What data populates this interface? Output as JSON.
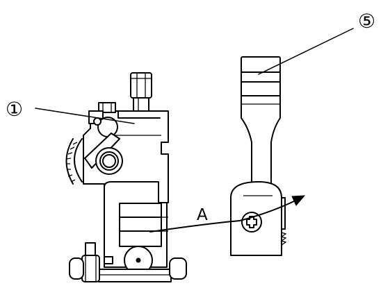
{
  "callouts": {
    "part_1": "①",
    "part_5": "⑤"
  },
  "labels": {
    "motion": "A"
  },
  "colors": {
    "line": "#000000",
    "background": "#ffffff"
  }
}
